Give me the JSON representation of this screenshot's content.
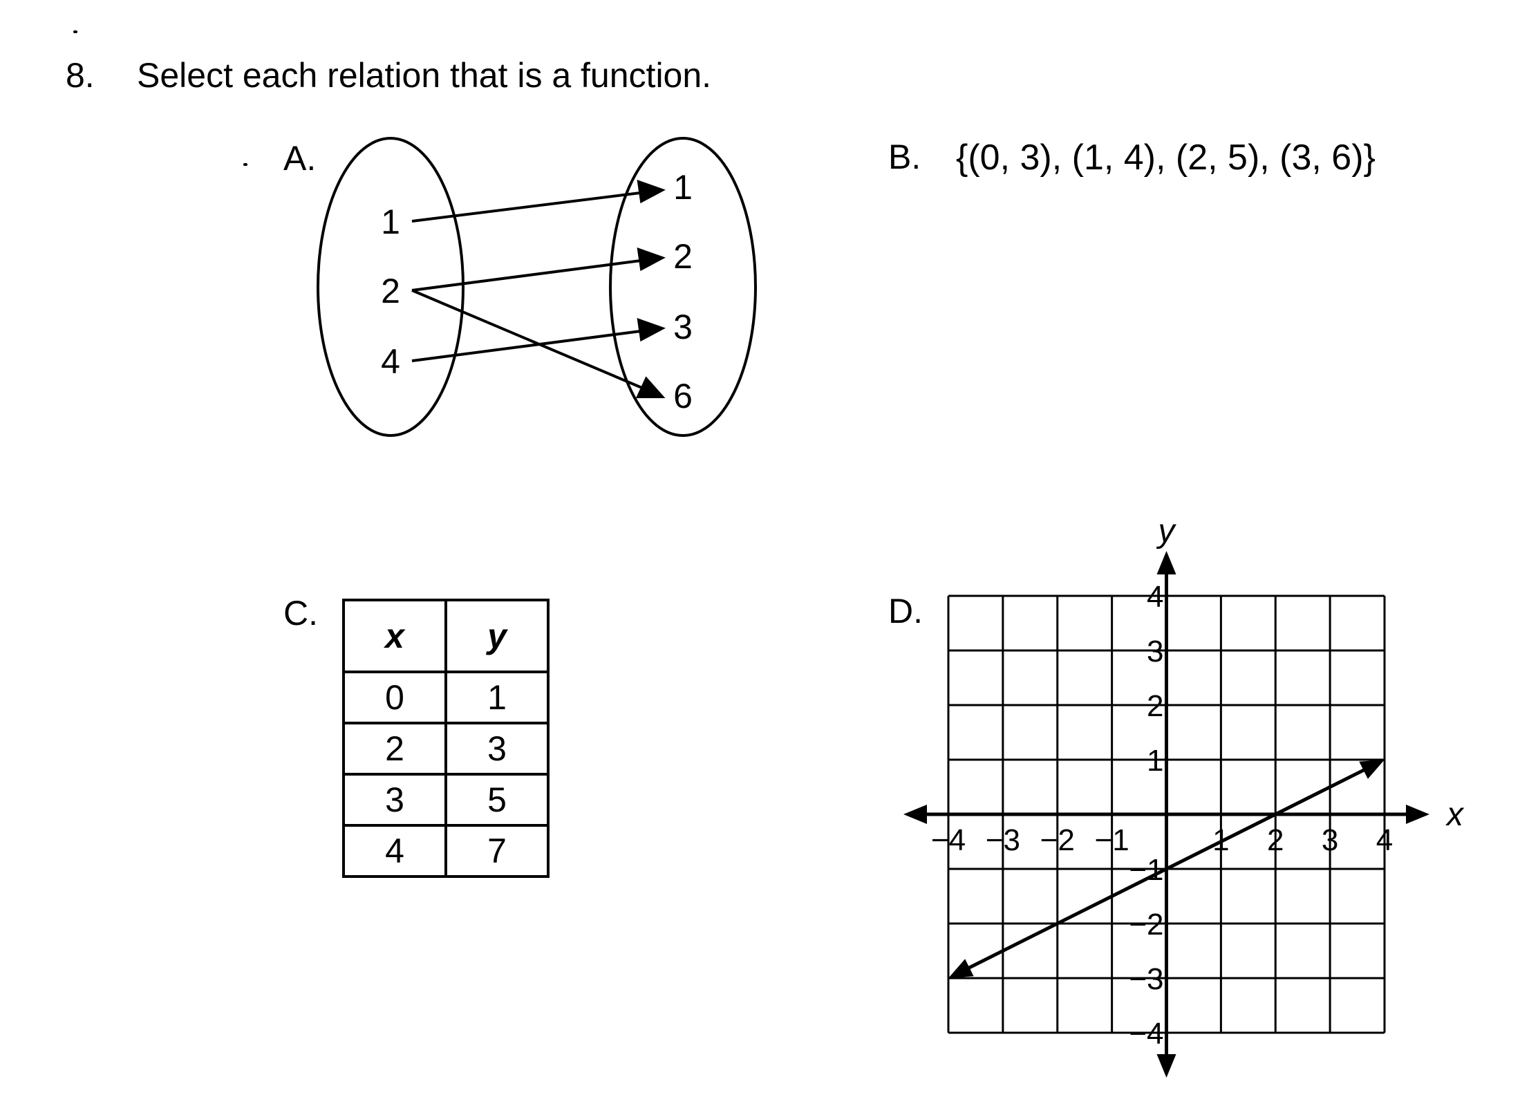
{
  "question": {
    "number": "8.",
    "text": "Select each relation that is a function."
  },
  "options": {
    "a": {
      "label": "A.",
      "domain": [
        "1",
        "2",
        "4"
      ],
      "range": [
        "1",
        "2",
        "3",
        "6"
      ],
      "mappings": [
        [
          "1",
          "1"
        ],
        [
          "2",
          "2"
        ],
        [
          "2",
          "6"
        ],
        [
          "4",
          "3"
        ]
      ]
    },
    "b": {
      "label": "B.",
      "set": "{(0, 3), (1, 4), (2, 5), (3, 6)}"
    },
    "c": {
      "label": "C.",
      "headers": [
        "x",
        "y"
      ],
      "rows": [
        [
          "0",
          "1"
        ],
        [
          "2",
          "3"
        ],
        [
          "3",
          "5"
        ],
        [
          "4",
          "7"
        ]
      ]
    },
    "d": {
      "label": "D."
    }
  },
  "chart_data": {
    "type": "line",
    "xlabel": "x",
    "ylabel": "y",
    "xlim": [
      -4,
      4
    ],
    "ylim": [
      -4,
      4
    ],
    "grid": true,
    "x_ticks": [
      "−4",
      "−3",
      "−2",
      "−1",
      "1",
      "2",
      "3",
      "4"
    ],
    "y_ticks": [
      "4",
      "3",
      "2",
      "1",
      "−1",
      "−2",
      "−3",
      "−4"
    ],
    "series": [
      {
        "x": [
          -4,
          4
        ],
        "y": [
          -3,
          1
        ],
        "arrows_both_ends": true
      }
    ]
  }
}
